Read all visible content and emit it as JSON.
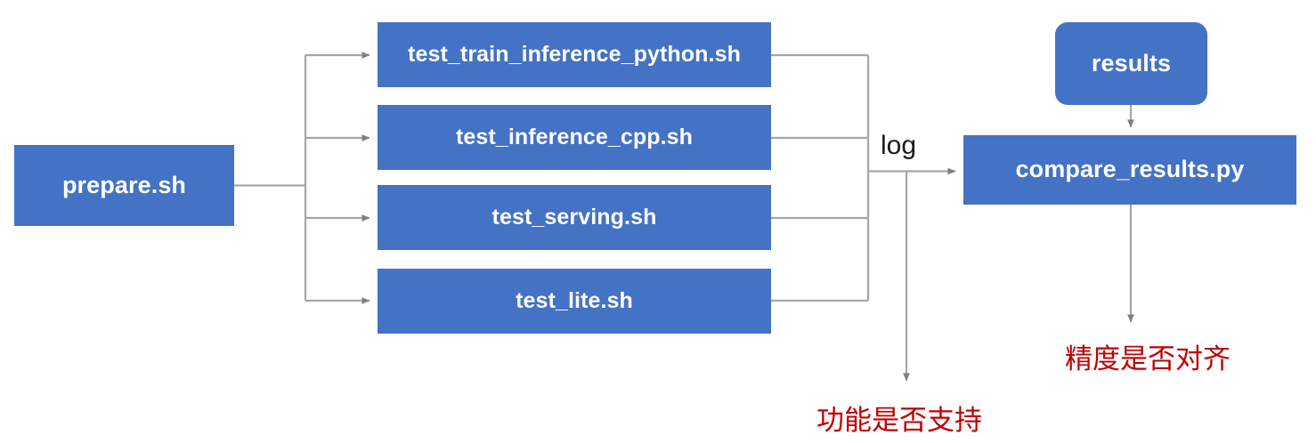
{
  "diagram": {
    "title": "PaddlePaddle TIPC test chain flow",
    "colors": {
      "node_fill": "#4472C4",
      "node_text": "#FFFFFF",
      "wire": "#A6A6A6",
      "note_text": "#C00000",
      "label_text": "#1A1A1A",
      "background": "#FFFFFF"
    },
    "nodes": {
      "prepare": "prepare.sh",
      "train_inference_python": "test_train_inference_python.sh",
      "inference_cpp": "test_inference_cpp.sh",
      "serving": "test_serving.sh",
      "lite": "test_lite.sh",
      "results": "results",
      "compare": "compare_results.py"
    },
    "edge_labels": {
      "log": "log"
    },
    "notes": {
      "function_supported": "功能是否支持",
      "precision_aligned": "精度是否对齐"
    }
  }
}
